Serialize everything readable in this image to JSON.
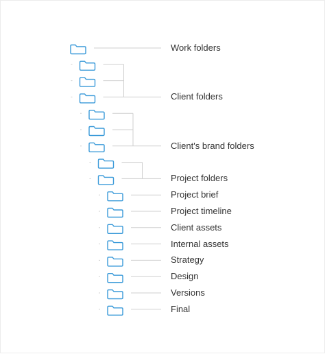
{
  "colors": {
    "folder": "#3a9ad9",
    "connector": "#cfcfcf",
    "text": "#333333"
  },
  "icon": "folder-icon",
  "tree": [
    {
      "depth": 0,
      "folders": 1,
      "label": "Work folders"
    },
    {
      "depth": 1,
      "folders": 3,
      "label": "Client folders"
    },
    {
      "depth": 2,
      "folders": 3,
      "label": "Client's brand folders"
    },
    {
      "depth": 3,
      "folders": 2,
      "label": "Project folders"
    },
    {
      "depth": 4,
      "folders": 1,
      "label": "Project brief"
    },
    {
      "depth": 4,
      "folders": 1,
      "label": "Project timeline"
    },
    {
      "depth": 4,
      "folders": 1,
      "label": "Client assets"
    },
    {
      "depth": 4,
      "folders": 1,
      "label": "Internal assets"
    },
    {
      "depth": 4,
      "folders": 1,
      "label": "Strategy"
    },
    {
      "depth": 4,
      "folders": 1,
      "label": "Design"
    },
    {
      "depth": 4,
      "folders": 1,
      "label": "Versions"
    },
    {
      "depth": 4,
      "folders": 1,
      "label": "Final"
    }
  ]
}
